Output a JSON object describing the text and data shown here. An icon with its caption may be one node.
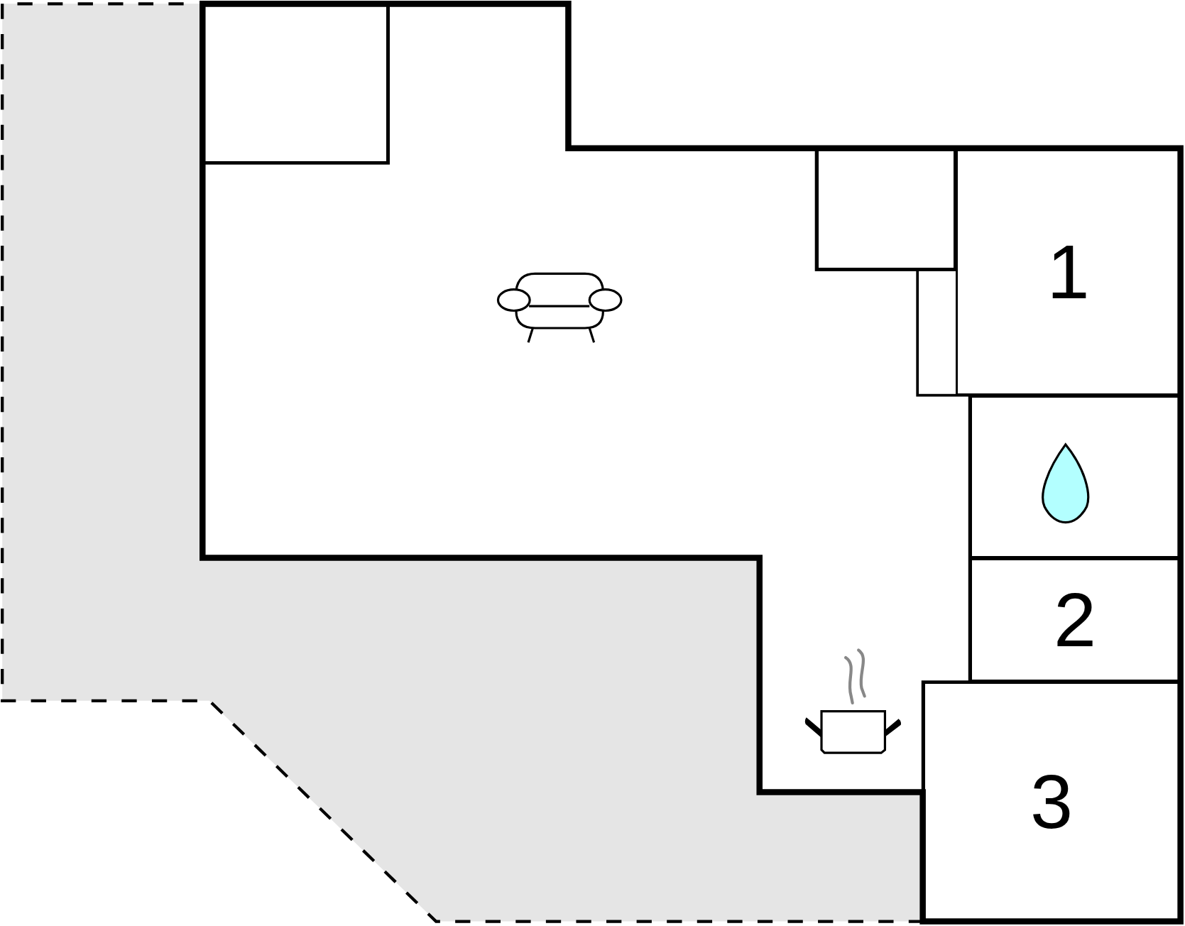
{
  "diagram": {
    "nodes": [
      {
        "text": [],
        "shape": "box"
      },
      {
        "text": [],
        "shape": "box"
      },
      {
        "text": [
          "1"
        ]
      },
      {
        "text": [],
        "shape": "box"
      },
      {
        "text": [
          "2"
        ]
      },
      {
        "text": [
          "3"
        ]
      }
    ]
  }
}
